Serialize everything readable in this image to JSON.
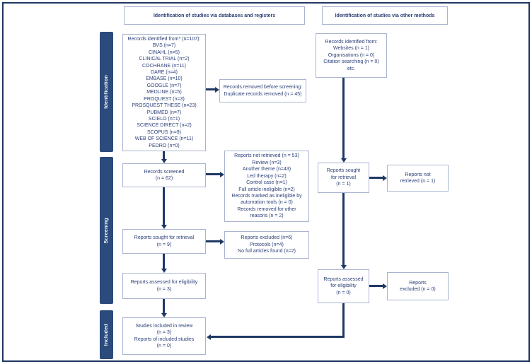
{
  "colors": {
    "navy_arrow": "#1f3864",
    "stage_bar": "#2a4b7c",
    "text_navy": "#2b3f77",
    "box_border": "#a9b4cf",
    "background": "#ffffff"
  },
  "headers": {
    "databases": "Identification of studies via databases and registers",
    "other_methods": "Identification of studies via other methods"
  },
  "stages": {
    "identification": "Identification",
    "screening": "Screening",
    "included": "Included"
  },
  "boxes": {
    "records_identified_db": "Records identified from* (n=107):\nBVS (n=7)\nCINAHL (n=5)\nCLINICAL TRIAL (n=2)\nCOCHRANE (n=11)\nDARE (n=4)\nEMBASE (n=10)\nGOOGLE (n=7)\nMEDLINE (n=5)\nPROQUEST (n=3)\nPROSQUEST THESE (n=23)\nPUBMED (n=7)\nSCIELO (n=1)\nSCIENCE DIRECT (n=2)\nSCOPUS (n=9)\nWEB OF SCIENCE (n=11)\nPEDRO (n=0)",
    "records_removed_before_screening": "Records removed before screening:\nDuplicate records removed (n = 45)",
    "records_screened": "Records screened\n(n = 62)",
    "reports_not_retrieved_db": "Reports not retrieved (n = 53)\nReview (n=3)\nAnother theme (n=43)\nLed therapy (n=2)\nControl case (n=1)\nFull article ineligible (n=2)\nRecords marked as ineligible by\nautomation tools (n = 0)\nRecords removed for other\nreasons (n = 2)",
    "reports_sought_db": "Reports sought for retrieval\n(n = 9)",
    "reports_excluded_db": "Reports excluded (n=6)\nProtocols (n=4)\nNo full articles found (n=2)",
    "reports_assessed_db": "Reports assessed for eligibility\n(n = 3)",
    "studies_included": "Studies included in review\n(n = 3)\nReports of included studies\n(n = 0)",
    "records_identified_other": "Records identified from:\nWebsites (n = 1)\nOrganisations (n = 0)\nCitation searching (n = 0)\netc.",
    "reports_sought_other": "Reports sought\nfor retrieval\n(n = 1)",
    "reports_not_retrieved_other": "Reports not\nretrieved (n = 1)",
    "reports_assessed_other": "Reports assessed\nfor eligibility\n(n = 0)",
    "reports_excluded_other": "Reports\nexcluded (n = 0)"
  }
}
